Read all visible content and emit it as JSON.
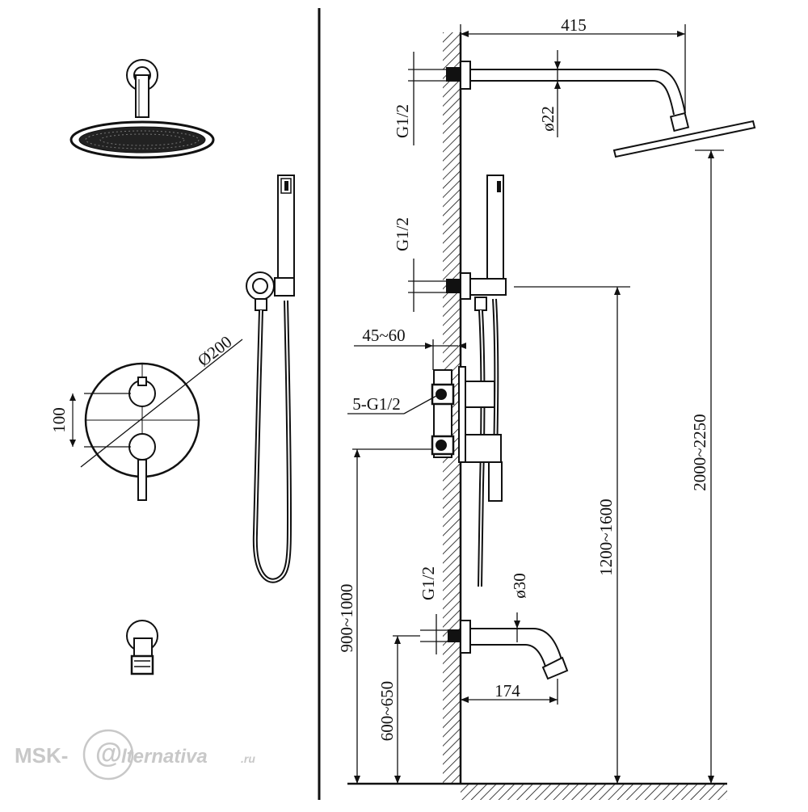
{
  "dimensions": {
    "arm_length": "415",
    "inlet_thread_top": "G1/2",
    "arm_diameter": "ø22",
    "holder_thread": "G1/2",
    "mixer_depth": "45~60",
    "mixer_outlets": "5-G1/2",
    "spout_thread": "G1/2",
    "spout_diameter": "ø30",
    "spout_length": "174",
    "head_height": "2000~2250",
    "holder_height": "1200~1600",
    "mixer_height": "900~1000",
    "spout_height": "600~650",
    "plate_diameter": "Ø200",
    "handle_spacing": "100"
  },
  "watermark": {
    "prefix": "MSK-",
    "at_sign": "@",
    "suffix": "lternativa",
    "domain": ".ru"
  },
  "colors": {
    "line": "#111111",
    "watermark": "#c8c8c8"
  }
}
